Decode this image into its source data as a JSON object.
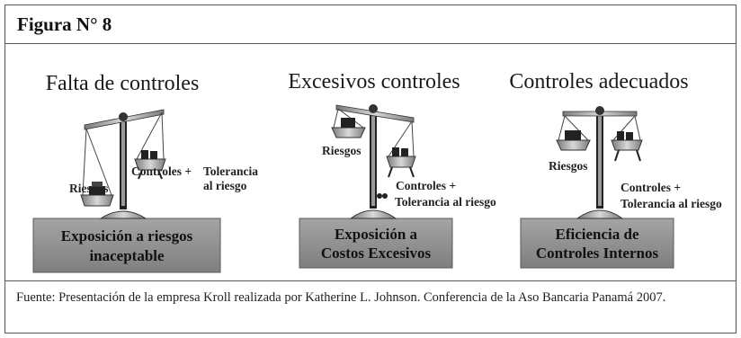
{
  "figure_label": "Figura N° 8",
  "panels": [
    {
      "title": "Falta de controles",
      "left_label": "Riesgos",
      "right_label_1": "Controles +",
      "right_label_2a": "Tolerancia",
      "right_label_2b": "al riesgo",
      "base_line1": "Exposición a riesgos",
      "base_line2": "inaceptable"
    },
    {
      "title": "Excesivos controles",
      "left_label": "Riesgos",
      "right_label_1": "Controles +",
      "right_label_2": "Tolerancia al riesgo",
      "base_line1": "Exposición a",
      "base_line2": "Costos Excesivos"
    },
    {
      "title": "Controles adecuados",
      "left_label": "Riesgos",
      "right_label_1": "Controles +",
      "right_label_2": "Tolerancia al riesgo",
      "base_line1": "Eficiencia de",
      "base_line2": "Controles Internos"
    }
  ],
  "source_note": "Fuente: Presentación de la empresa Kroll realizada por Katherine L. Johnson. Conferencia de la Aso Bancaria Panamá 2007.",
  "colors": {
    "base_box": "#8e8e8e",
    "scale_metal": "#b9b9b9",
    "ink": "#1a1a1a"
  }
}
